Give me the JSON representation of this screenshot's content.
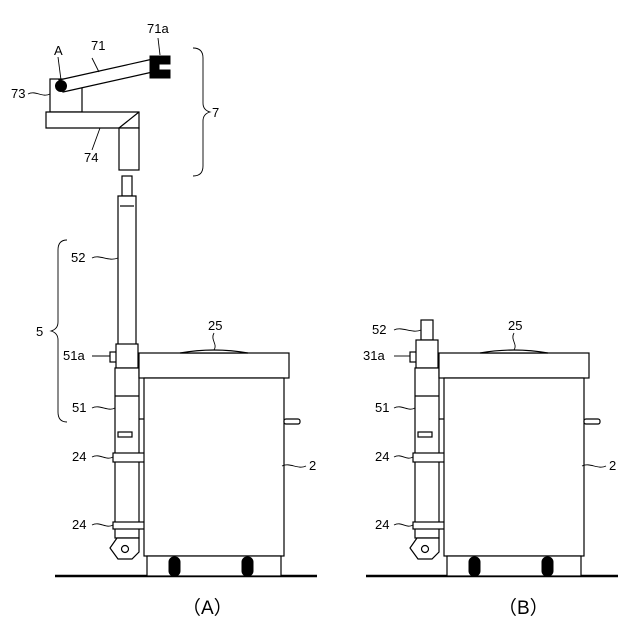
{
  "panel_a": {
    "caption": "（A）",
    "labels": {
      "l_A": "A",
      "l_71": "71",
      "l_71a": "71a",
      "l_73": "73",
      "l_74": "74",
      "l_7": "7",
      "l_52": "52",
      "l_5": "5",
      "l_51a": "51a",
      "l_51": "51",
      "l_24_upper": "24",
      "l_24_lower": "24",
      "l_25": "25",
      "l_2": "2"
    }
  },
  "panel_b": {
    "caption": "（B）",
    "labels": {
      "l_52": "52",
      "l_31a": "31a",
      "l_51": "51",
      "l_24_upper": "24",
      "l_24_lower": "24",
      "l_25": "25",
      "l_2": "2"
    }
  }
}
